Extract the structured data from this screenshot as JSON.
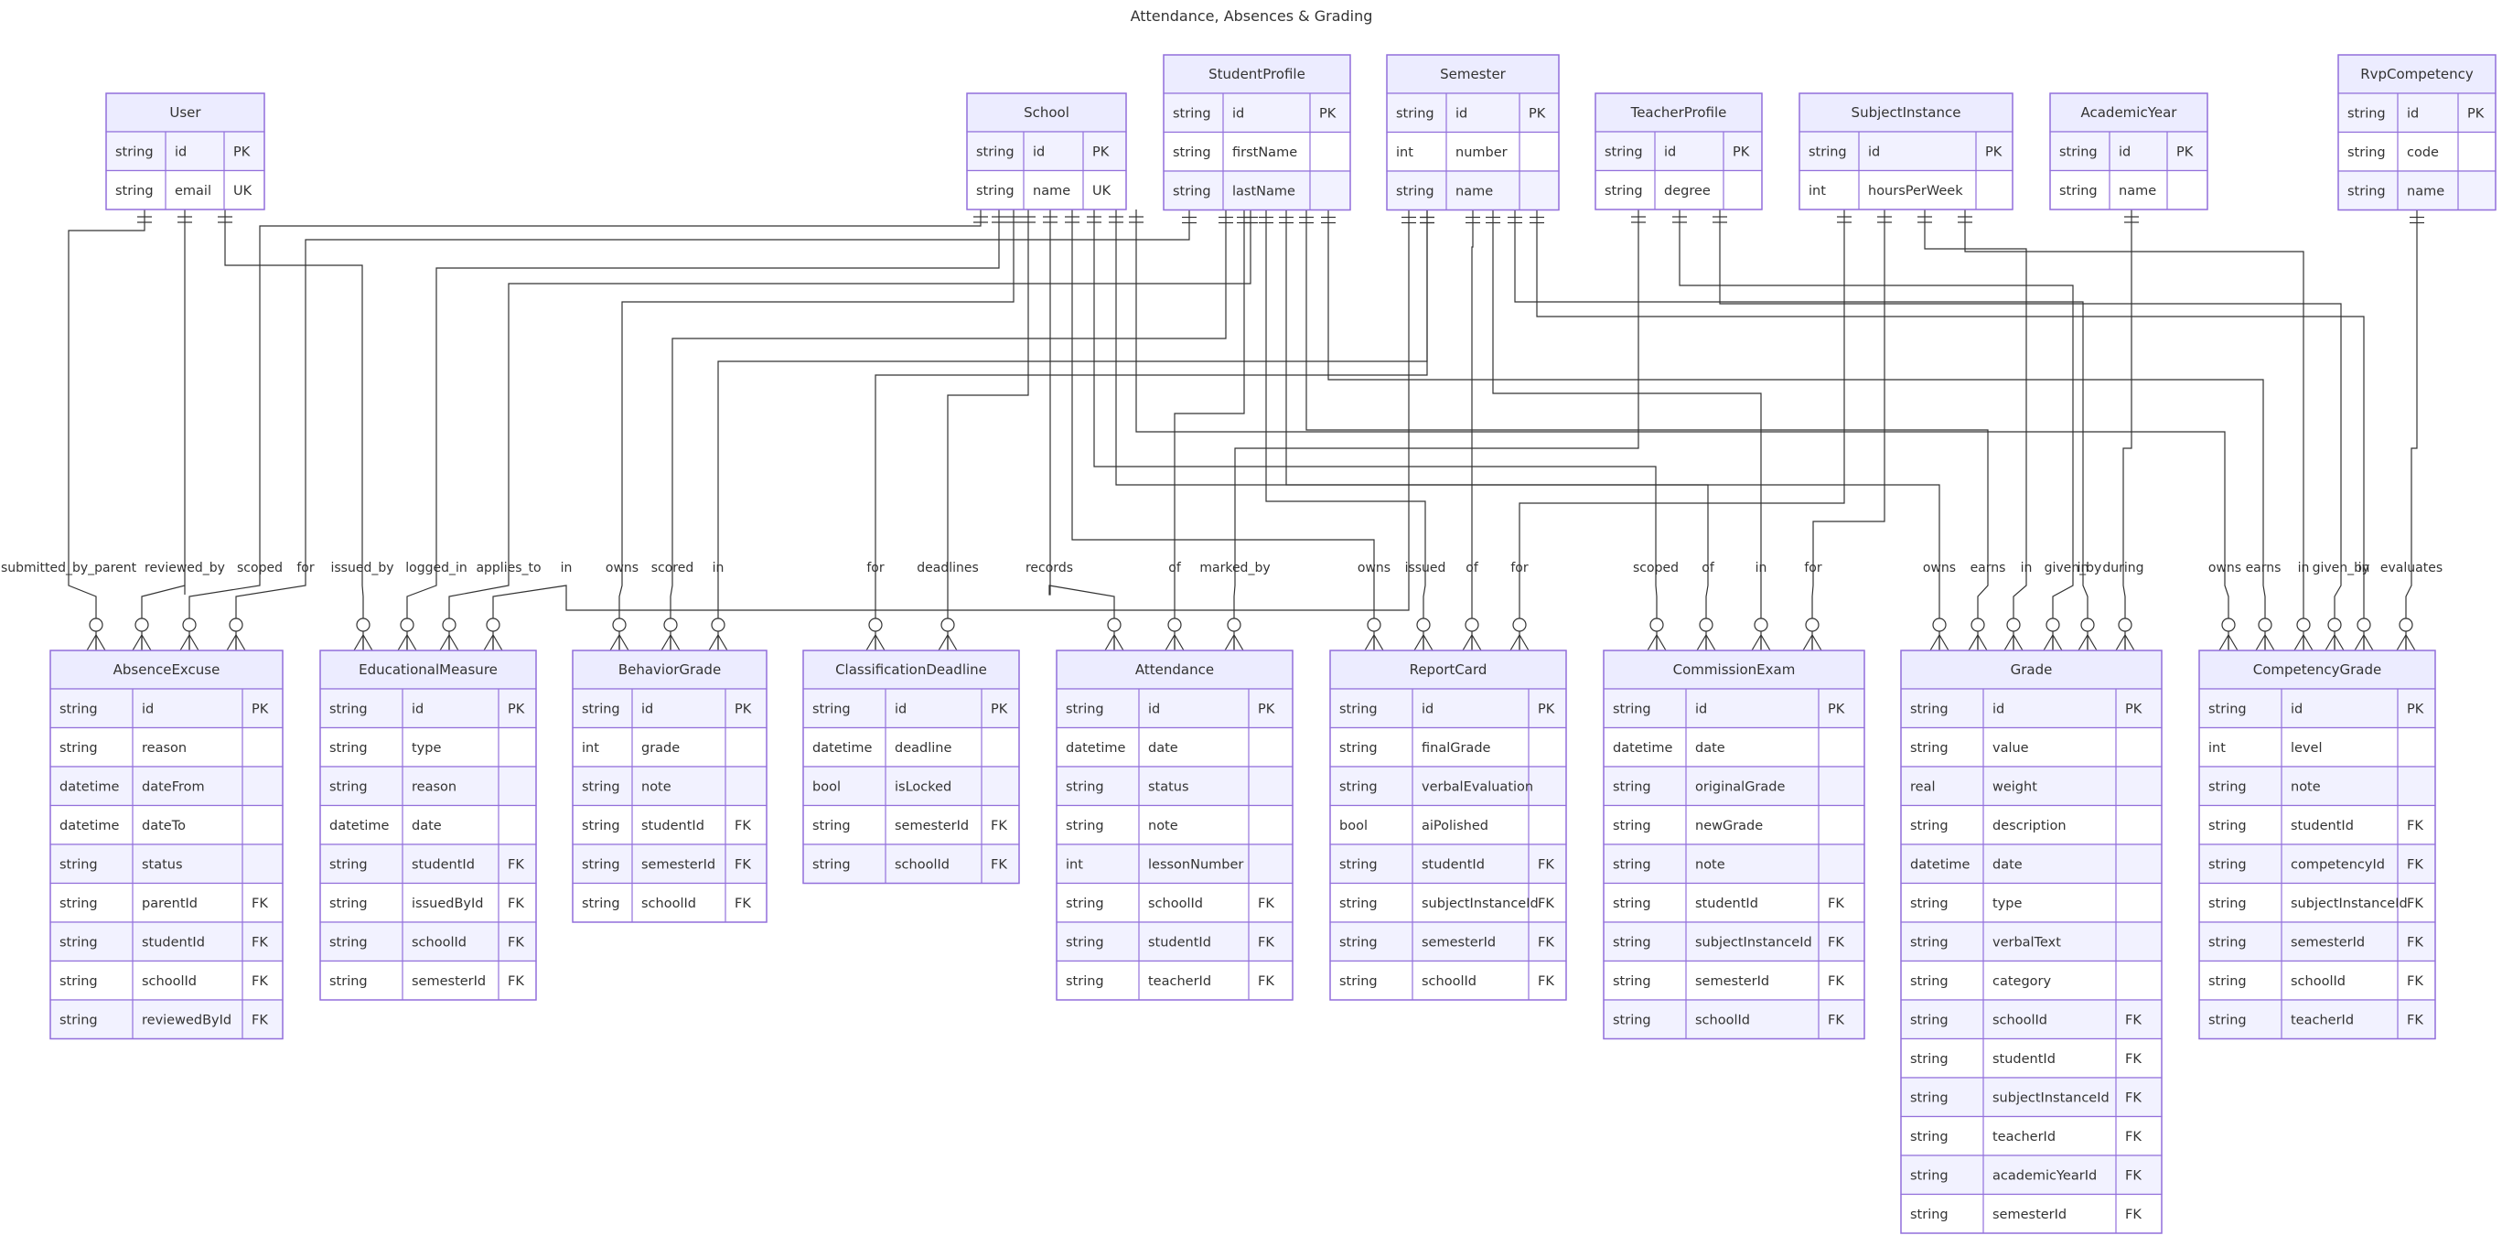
{
  "title": "Attendance, Absences & Grading",
  "colors": {
    "entity_fill": "#ECECFF",
    "row_odd": "#F2F2FF",
    "row_even": "#FFFFFF",
    "border": "#9370DB",
    "line": "#333333"
  },
  "entities": [
    {
      "id": "User",
      "name": "User",
      "attributes": [
        {
          "type": "string",
          "name": "id",
          "key": "PK"
        },
        {
          "type": "string",
          "name": "email",
          "key": "UK"
        }
      ]
    },
    {
      "id": "School",
      "name": "School",
      "attributes": [
        {
          "type": "string",
          "name": "id",
          "key": "PK"
        },
        {
          "type": "string",
          "name": "name",
          "key": "UK"
        }
      ]
    },
    {
      "id": "StudentProfile",
      "name": "StudentProfile",
      "attributes": [
        {
          "type": "string",
          "name": "id",
          "key": "PK"
        },
        {
          "type": "string",
          "name": "firstName",
          "key": ""
        },
        {
          "type": "string",
          "name": "lastName",
          "key": ""
        }
      ]
    },
    {
      "id": "Semester",
      "name": "Semester",
      "attributes": [
        {
          "type": "string",
          "name": "id",
          "key": "PK"
        },
        {
          "type": "int",
          "name": "number",
          "key": ""
        },
        {
          "type": "string",
          "name": "name",
          "key": ""
        }
      ]
    },
    {
      "id": "TeacherProfile",
      "name": "TeacherProfile",
      "attributes": [
        {
          "type": "string",
          "name": "id",
          "key": "PK"
        },
        {
          "type": "string",
          "name": "degree",
          "key": ""
        }
      ]
    },
    {
      "id": "SubjectInstance",
      "name": "SubjectInstance",
      "attributes": [
        {
          "type": "string",
          "name": "id",
          "key": "PK"
        },
        {
          "type": "int",
          "name": "hoursPerWeek",
          "key": ""
        }
      ]
    },
    {
      "id": "AcademicYear",
      "name": "AcademicYear",
      "attributes": [
        {
          "type": "string",
          "name": "id",
          "key": "PK"
        },
        {
          "type": "string",
          "name": "name",
          "key": ""
        }
      ]
    },
    {
      "id": "RvpCompetency",
      "name": "RvpCompetency",
      "attributes": [
        {
          "type": "string",
          "name": "id",
          "key": "PK"
        },
        {
          "type": "string",
          "name": "code",
          "key": ""
        },
        {
          "type": "string",
          "name": "name",
          "key": ""
        }
      ]
    },
    {
      "id": "AbsenceExcuse",
      "name": "AbsenceExcuse",
      "attributes": [
        {
          "type": "string",
          "name": "id",
          "key": "PK"
        },
        {
          "type": "string",
          "name": "reason",
          "key": ""
        },
        {
          "type": "datetime",
          "name": "dateFrom",
          "key": ""
        },
        {
          "type": "datetime",
          "name": "dateTo",
          "key": ""
        },
        {
          "type": "string",
          "name": "status",
          "key": ""
        },
        {
          "type": "string",
          "name": "parentId",
          "key": "FK"
        },
        {
          "type": "string",
          "name": "studentId",
          "key": "FK"
        },
        {
          "type": "string",
          "name": "schoolId",
          "key": "FK"
        },
        {
          "type": "string",
          "name": "reviewedById",
          "key": "FK"
        }
      ]
    },
    {
      "id": "EducationalMeasure",
      "name": "EducationalMeasure",
      "attributes": [
        {
          "type": "string",
          "name": "id",
          "key": "PK"
        },
        {
          "type": "string",
          "name": "type",
          "key": ""
        },
        {
          "type": "string",
          "name": "reason",
          "key": ""
        },
        {
          "type": "datetime",
          "name": "date",
          "key": ""
        },
        {
          "type": "string",
          "name": "studentId",
          "key": "FK"
        },
        {
          "type": "string",
          "name": "issuedById",
          "key": "FK"
        },
        {
          "type": "string",
          "name": "schoolId",
          "key": "FK"
        },
        {
          "type": "string",
          "name": "semesterId",
          "key": "FK"
        }
      ]
    },
    {
      "id": "BehaviorGrade",
      "name": "BehaviorGrade",
      "attributes": [
        {
          "type": "string",
          "name": "id",
          "key": "PK"
        },
        {
          "type": "int",
          "name": "grade",
          "key": ""
        },
        {
          "type": "string",
          "name": "note",
          "key": ""
        },
        {
          "type": "string",
          "name": "studentId",
          "key": "FK"
        },
        {
          "type": "string",
          "name": "semesterId",
          "key": "FK"
        },
        {
          "type": "string",
          "name": "schoolId",
          "key": "FK"
        }
      ]
    },
    {
      "id": "ClassificationDeadline",
      "name": "ClassificationDeadline",
      "attributes": [
        {
          "type": "string",
          "name": "id",
          "key": "PK"
        },
        {
          "type": "datetime",
          "name": "deadline",
          "key": ""
        },
        {
          "type": "bool",
          "name": "isLocked",
          "key": ""
        },
        {
          "type": "string",
          "name": "semesterId",
          "key": "FK"
        },
        {
          "type": "string",
          "name": "schoolId",
          "key": "FK"
        }
      ]
    },
    {
      "id": "Attendance",
      "name": "Attendance",
      "attributes": [
        {
          "type": "string",
          "name": "id",
          "key": "PK"
        },
        {
          "type": "datetime",
          "name": "date",
          "key": ""
        },
        {
          "type": "string",
          "name": "status",
          "key": ""
        },
        {
          "type": "string",
          "name": "note",
          "key": ""
        },
        {
          "type": "int",
          "name": "lessonNumber",
          "key": ""
        },
        {
          "type": "string",
          "name": "schoolId",
          "key": "FK"
        },
        {
          "type": "string",
          "name": "studentId",
          "key": "FK"
        },
        {
          "type": "string",
          "name": "teacherId",
          "key": "FK"
        }
      ]
    },
    {
      "id": "ReportCard",
      "name": "ReportCard",
      "attributes": [
        {
          "type": "string",
          "name": "id",
          "key": "PK"
        },
        {
          "type": "string",
          "name": "finalGrade",
          "key": ""
        },
        {
          "type": "string",
          "name": "verbalEvaluation",
          "key": ""
        },
        {
          "type": "bool",
          "name": "aiPolished",
          "key": ""
        },
        {
          "type": "string",
          "name": "studentId",
          "key": "FK"
        },
        {
          "type": "string",
          "name": "subjectInstanceId",
          "key": "FK"
        },
        {
          "type": "string",
          "name": "semesterId",
          "key": "FK"
        },
        {
          "type": "string",
          "name": "schoolId",
          "key": "FK"
        }
      ]
    },
    {
      "id": "CommissionExam",
      "name": "CommissionExam",
      "attributes": [
        {
          "type": "string",
          "name": "id",
          "key": "PK"
        },
        {
          "type": "datetime",
          "name": "date",
          "key": ""
        },
        {
          "type": "string",
          "name": "originalGrade",
          "key": ""
        },
        {
          "type": "string",
          "name": "newGrade",
          "key": ""
        },
        {
          "type": "string",
          "name": "note",
          "key": ""
        },
        {
          "type": "string",
          "name": "studentId",
          "key": "FK"
        },
        {
          "type": "string",
          "name": "subjectInstanceId",
          "key": "FK"
        },
        {
          "type": "string",
          "name": "semesterId",
          "key": "FK"
        },
        {
          "type": "string",
          "name": "schoolId",
          "key": "FK"
        }
      ]
    },
    {
      "id": "Grade",
      "name": "Grade",
      "attributes": [
        {
          "type": "string",
          "name": "id",
          "key": "PK"
        },
        {
          "type": "string",
          "name": "value",
          "key": ""
        },
        {
          "type": "real",
          "name": "weight",
          "key": ""
        },
        {
          "type": "string",
          "name": "description",
          "key": ""
        },
        {
          "type": "datetime",
          "name": "date",
          "key": ""
        },
        {
          "type": "string",
          "name": "type",
          "key": ""
        },
        {
          "type": "string",
          "name": "verbalText",
          "key": ""
        },
        {
          "type": "string",
          "name": "category",
          "key": ""
        },
        {
          "type": "string",
          "name": "schoolId",
          "key": "FK"
        },
        {
          "type": "string",
          "name": "studentId",
          "key": "FK"
        },
        {
          "type": "string",
          "name": "subjectInstanceId",
          "key": "FK"
        },
        {
          "type": "string",
          "name": "teacherId",
          "key": "FK"
        },
        {
          "type": "string",
          "name": "academicYearId",
          "key": "FK"
        },
        {
          "type": "string",
          "name": "semesterId",
          "key": "FK"
        }
      ]
    },
    {
      "id": "CompetencyGrade",
      "name": "CompetencyGrade",
      "attributes": [
        {
          "type": "string",
          "name": "id",
          "key": "PK"
        },
        {
          "type": "int",
          "name": "level",
          "key": ""
        },
        {
          "type": "string",
          "name": "note",
          "key": ""
        },
        {
          "type": "string",
          "name": "studentId",
          "key": "FK"
        },
        {
          "type": "string",
          "name": "competencyId",
          "key": "FK"
        },
        {
          "type": "string",
          "name": "subjectInstanceId",
          "key": "FK"
        },
        {
          "type": "string",
          "name": "semesterId",
          "key": "FK"
        },
        {
          "type": "string",
          "name": "schoolId",
          "key": "FK"
        },
        {
          "type": "string",
          "name": "teacherId",
          "key": "FK"
        }
      ]
    }
  ],
  "relationships": [
    {
      "from": "User",
      "to": "AbsenceExcuse",
      "label": "submitted_by_parent"
    },
    {
      "from": "User",
      "to": "AbsenceExcuse",
      "label": "reviewed_by"
    },
    {
      "from": "School",
      "to": "AbsenceExcuse",
      "label": "scoped"
    },
    {
      "from": "StudentProfile",
      "to": "AbsenceExcuse",
      "label": "for"
    },
    {
      "from": "User",
      "to": "EducationalMeasure",
      "label": "issued_by"
    },
    {
      "from": "School",
      "to": "EducationalMeasure",
      "label": "logged_in"
    },
    {
      "from": "StudentProfile",
      "to": "EducationalMeasure",
      "label": "applies_to"
    },
    {
      "from": "Semester",
      "to": "EducationalMeasure",
      "label": "in"
    },
    {
      "from": "School",
      "to": "BehaviorGrade",
      "label": "owns"
    },
    {
      "from": "StudentProfile",
      "to": "BehaviorGrade",
      "label": "scored"
    },
    {
      "from": "Semester",
      "to": "BehaviorGrade",
      "label": "in"
    },
    {
      "from": "Semester",
      "to": "ClassificationDeadline",
      "label": "for"
    },
    {
      "from": "School",
      "to": "ClassificationDeadline",
      "label": "deadlines"
    },
    {
      "from": "School",
      "to": "Attendance",
      "label": "records"
    },
    {
      "from": "StudentProfile",
      "to": "Attendance",
      "label": "of"
    },
    {
      "from": "TeacherProfile",
      "to": "Attendance",
      "label": "marked_by"
    },
    {
      "from": "School",
      "to": "ReportCard",
      "label": "owns"
    },
    {
      "from": "StudentProfile",
      "to": "ReportCard",
      "label": "issued"
    },
    {
      "from": "Semester",
      "to": "ReportCard",
      "label": "of"
    },
    {
      "from": "SubjectInstance",
      "to": "ReportCard",
      "label": "for"
    },
    {
      "from": "School",
      "to": "CommissionExam",
      "label": "scoped"
    },
    {
      "from": "StudentProfile",
      "to": "CommissionExam",
      "label": "of"
    },
    {
      "from": "Semester",
      "to": "CommissionExam",
      "label": "in"
    },
    {
      "from": "SubjectInstance",
      "to": "CommissionExam",
      "label": "for"
    },
    {
      "from": "School",
      "to": "Grade",
      "label": "owns"
    },
    {
      "from": "StudentProfile",
      "to": "Grade",
      "label": "earns"
    },
    {
      "from": "SubjectInstance",
      "to": "Grade",
      "label": "in"
    },
    {
      "from": "TeacherProfile",
      "to": "Grade",
      "label": "given_by"
    },
    {
      "from": "Semester",
      "to": "Grade",
      "label": "in"
    },
    {
      "from": "AcademicYear",
      "to": "Grade",
      "label": "during"
    },
    {
      "from": "School",
      "to": "CompetencyGrade",
      "label": "owns"
    },
    {
      "from": "StudentProfile",
      "to": "CompetencyGrade",
      "label": "earns"
    },
    {
      "from": "SubjectInstance",
      "to": "CompetencyGrade",
      "label": "in"
    },
    {
      "from": "TeacherProfile",
      "to": "CompetencyGrade",
      "label": "given_by"
    },
    {
      "from": "Semester",
      "to": "CompetencyGrade",
      "label": "in"
    },
    {
      "from": "RvpCompetency",
      "to": "CompetencyGrade",
      "label": "evaluates"
    }
  ]
}
